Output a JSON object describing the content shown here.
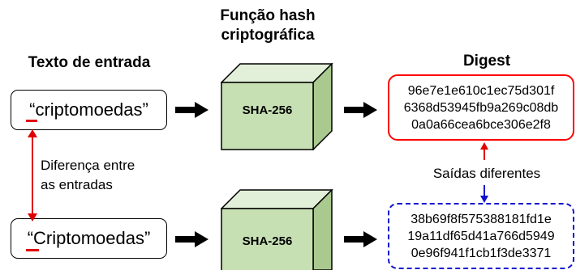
{
  "headings": {
    "input": "Texto de entrada",
    "hash_line1": "Função hash",
    "hash_line2": "criptográfica",
    "digest": "Digest"
  },
  "inputs": [
    {
      "quote_open": "“",
      "first_char": "c",
      "rest": "riptomoedas",
      "quote_close": "”"
    },
    {
      "quote_open": "“",
      "first_char": "C",
      "rest": "riptomoedas",
      "quote_close": "”"
    }
  ],
  "hash_function": {
    "label": "SHA-256"
  },
  "digests": [
    {
      "lines": [
        "96e7e1e610c1ec75d301f",
        "6368d53945fb9a269c08db",
        "0a0a66cea6bce306e2f8"
      ]
    },
    {
      "lines": [
        "38b69f8f575388181fd1e",
        "19a11df65d41a766d5949",
        "0e96f941f1cb1f3de3371"
      ]
    }
  ],
  "annotations": {
    "input_difference_line1": "Diferença entre",
    "input_difference_line2": "as entradas",
    "output_difference": "Saídas diferentes"
  },
  "colors": {
    "cube_front": "#c6e0b4",
    "cube_top": "#e2efd9",
    "cube_side": "#a9c98f",
    "highlight_red": "#e00000",
    "digest_red_border": "#ff0000",
    "digest_blue_border": "#1010d0"
  }
}
